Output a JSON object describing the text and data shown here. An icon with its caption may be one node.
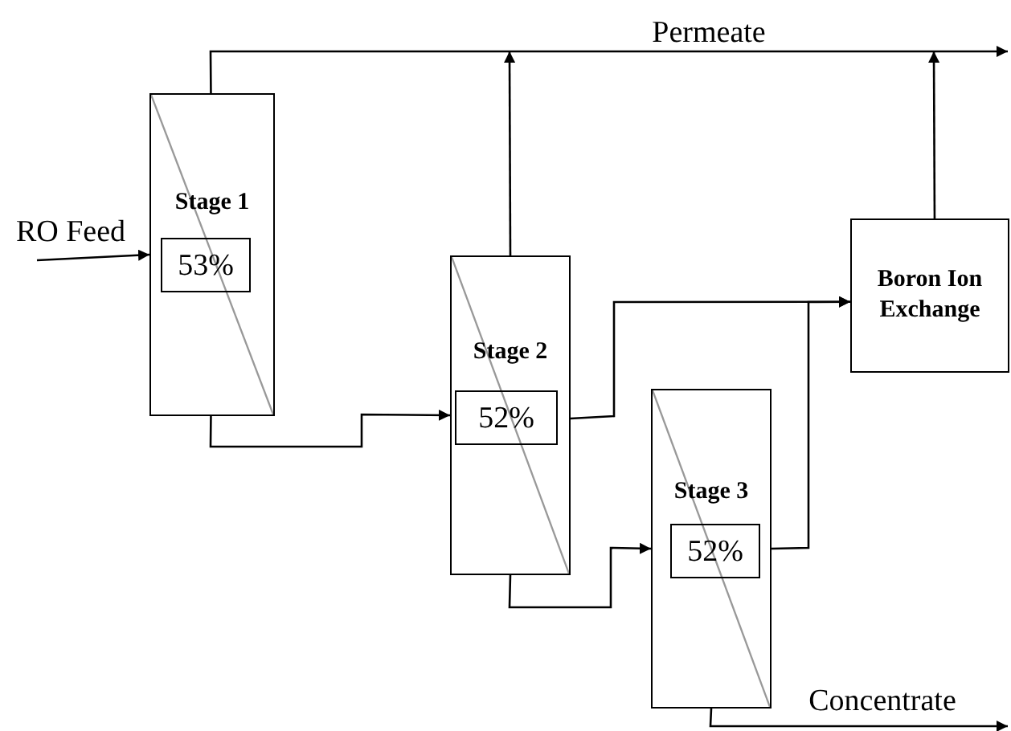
{
  "diagram": {
    "nodes": [
      {
        "text": [
          "Stage 1"
        ]
      },
      {
        "text": [
          "53%"
        ],
        "in": 0
      },
      {
        "text": [
          "Stage 2"
        ]
      },
      {
        "text": [
          "52%"
        ],
        "in": 2
      },
      {
        "text": [
          "Stage 3"
        ]
      },
      {
        "text": [
          "52%"
        ],
        "in": 4
      },
      {
        "text": [
          "Boron Ion Exchange"
        ]
      }
    ],
    "edges": [
      {
        "from": null,
        "to": 0,
        "arrow": "to",
        "label": "RO Feed"
      },
      {
        "from": 0,
        "to": null,
        "arrow": "to",
        "label": "Permeate"
      },
      {
        "from": 2,
        "to": null,
        "arrow": "to"
      },
      {
        "from": 6,
        "to": null,
        "arrow": "to"
      },
      {
        "from": 0,
        "to": 2,
        "arrow": "to"
      },
      {
        "from": 2,
        "to": 6,
        "arrow": "to"
      },
      {
        "from": 2,
        "to": 4,
        "arrow": "to"
      },
      {
        "from": 4,
        "to": 6,
        "arrow": "to"
      },
      {
        "from": 4,
        "to": null,
        "arrow": "to",
        "label": "Concentrate"
      }
    ]
  }
}
